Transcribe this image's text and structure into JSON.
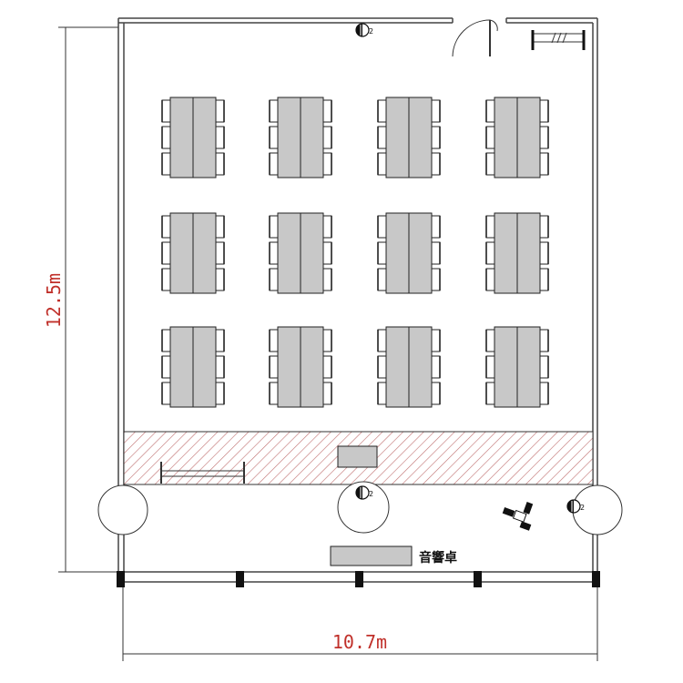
{
  "dimensions": {
    "height_label": "12.5m",
    "width_label": "10.7m"
  },
  "labels": {
    "sound_desk": "音響卓"
  },
  "layout": {
    "table_groups_rows": 3,
    "table_groups_cols": 4,
    "chairs_per_side": 3
  },
  "colors": {
    "dimension": "#c0302a",
    "stage_hatch": "#c07070",
    "table": "#c8c8c8"
  },
  "icons": {
    "outlet": "outlet-icon",
    "speaker": "speaker-icon",
    "door": "door-swing-icon",
    "screen": "screen-icon",
    "projector": "projector-icon"
  }
}
